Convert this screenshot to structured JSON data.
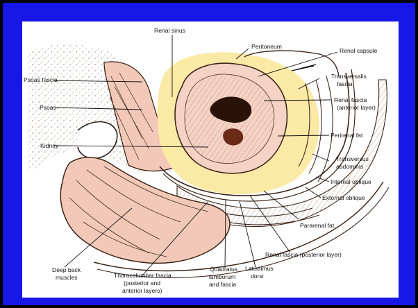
{
  "colors": {
    "frame_blue": "#1717e8",
    "plate": "#ffffff",
    "tissue_pink": "#f2c9b8",
    "fat_yellow": "#fbe9a6",
    "muscle_line": "#3a2418",
    "stipple": "#9a7f6e",
    "dark_sinus": "#2a1208"
  },
  "labels": {
    "renal_sinus": "Renal sinus",
    "peritoneum": "Peritoneum",
    "renal_capsule": "Renal capsule",
    "psoas_fascia": "Psoas fascia",
    "transversalis_fascia_1": "Transversalis",
    "transversalis_fascia_2": "fascia",
    "psoas": "Psoas",
    "renal_fascia_anterior_1": "Renal fascia",
    "renal_fascia_anterior_2": "(anterior layer)",
    "kidney": "Kidney",
    "perirenal_fat": "Perirenal fat",
    "transversus_abdominis_1": "Transversus",
    "transversus_abdominis_2": "abdominis",
    "internal_oblique": "Internal oblique",
    "external_oblique": "External oblique",
    "pararenal_fat": "Pararenal fat",
    "renal_fascia_posterior": "Renal fascia (posterior layer)",
    "deep_back_muscles_1": "Deep back",
    "deep_back_muscles_2": "muscles",
    "thoracolumbar_fascia_1": "Thoracolumbar fascia",
    "thoracolumbar_fascia_2": "(posterior and",
    "thoracolumbar_fascia_3": "anterior layers)",
    "quadratus_lumborum_1": "Quadratus",
    "quadratus_lumborum_2": "lumborum",
    "quadratus_lumborum_3": "and fascia",
    "latissimus_dorsi_1": "Latissimus",
    "latissimus_dorsi_2": "dorsi"
  }
}
